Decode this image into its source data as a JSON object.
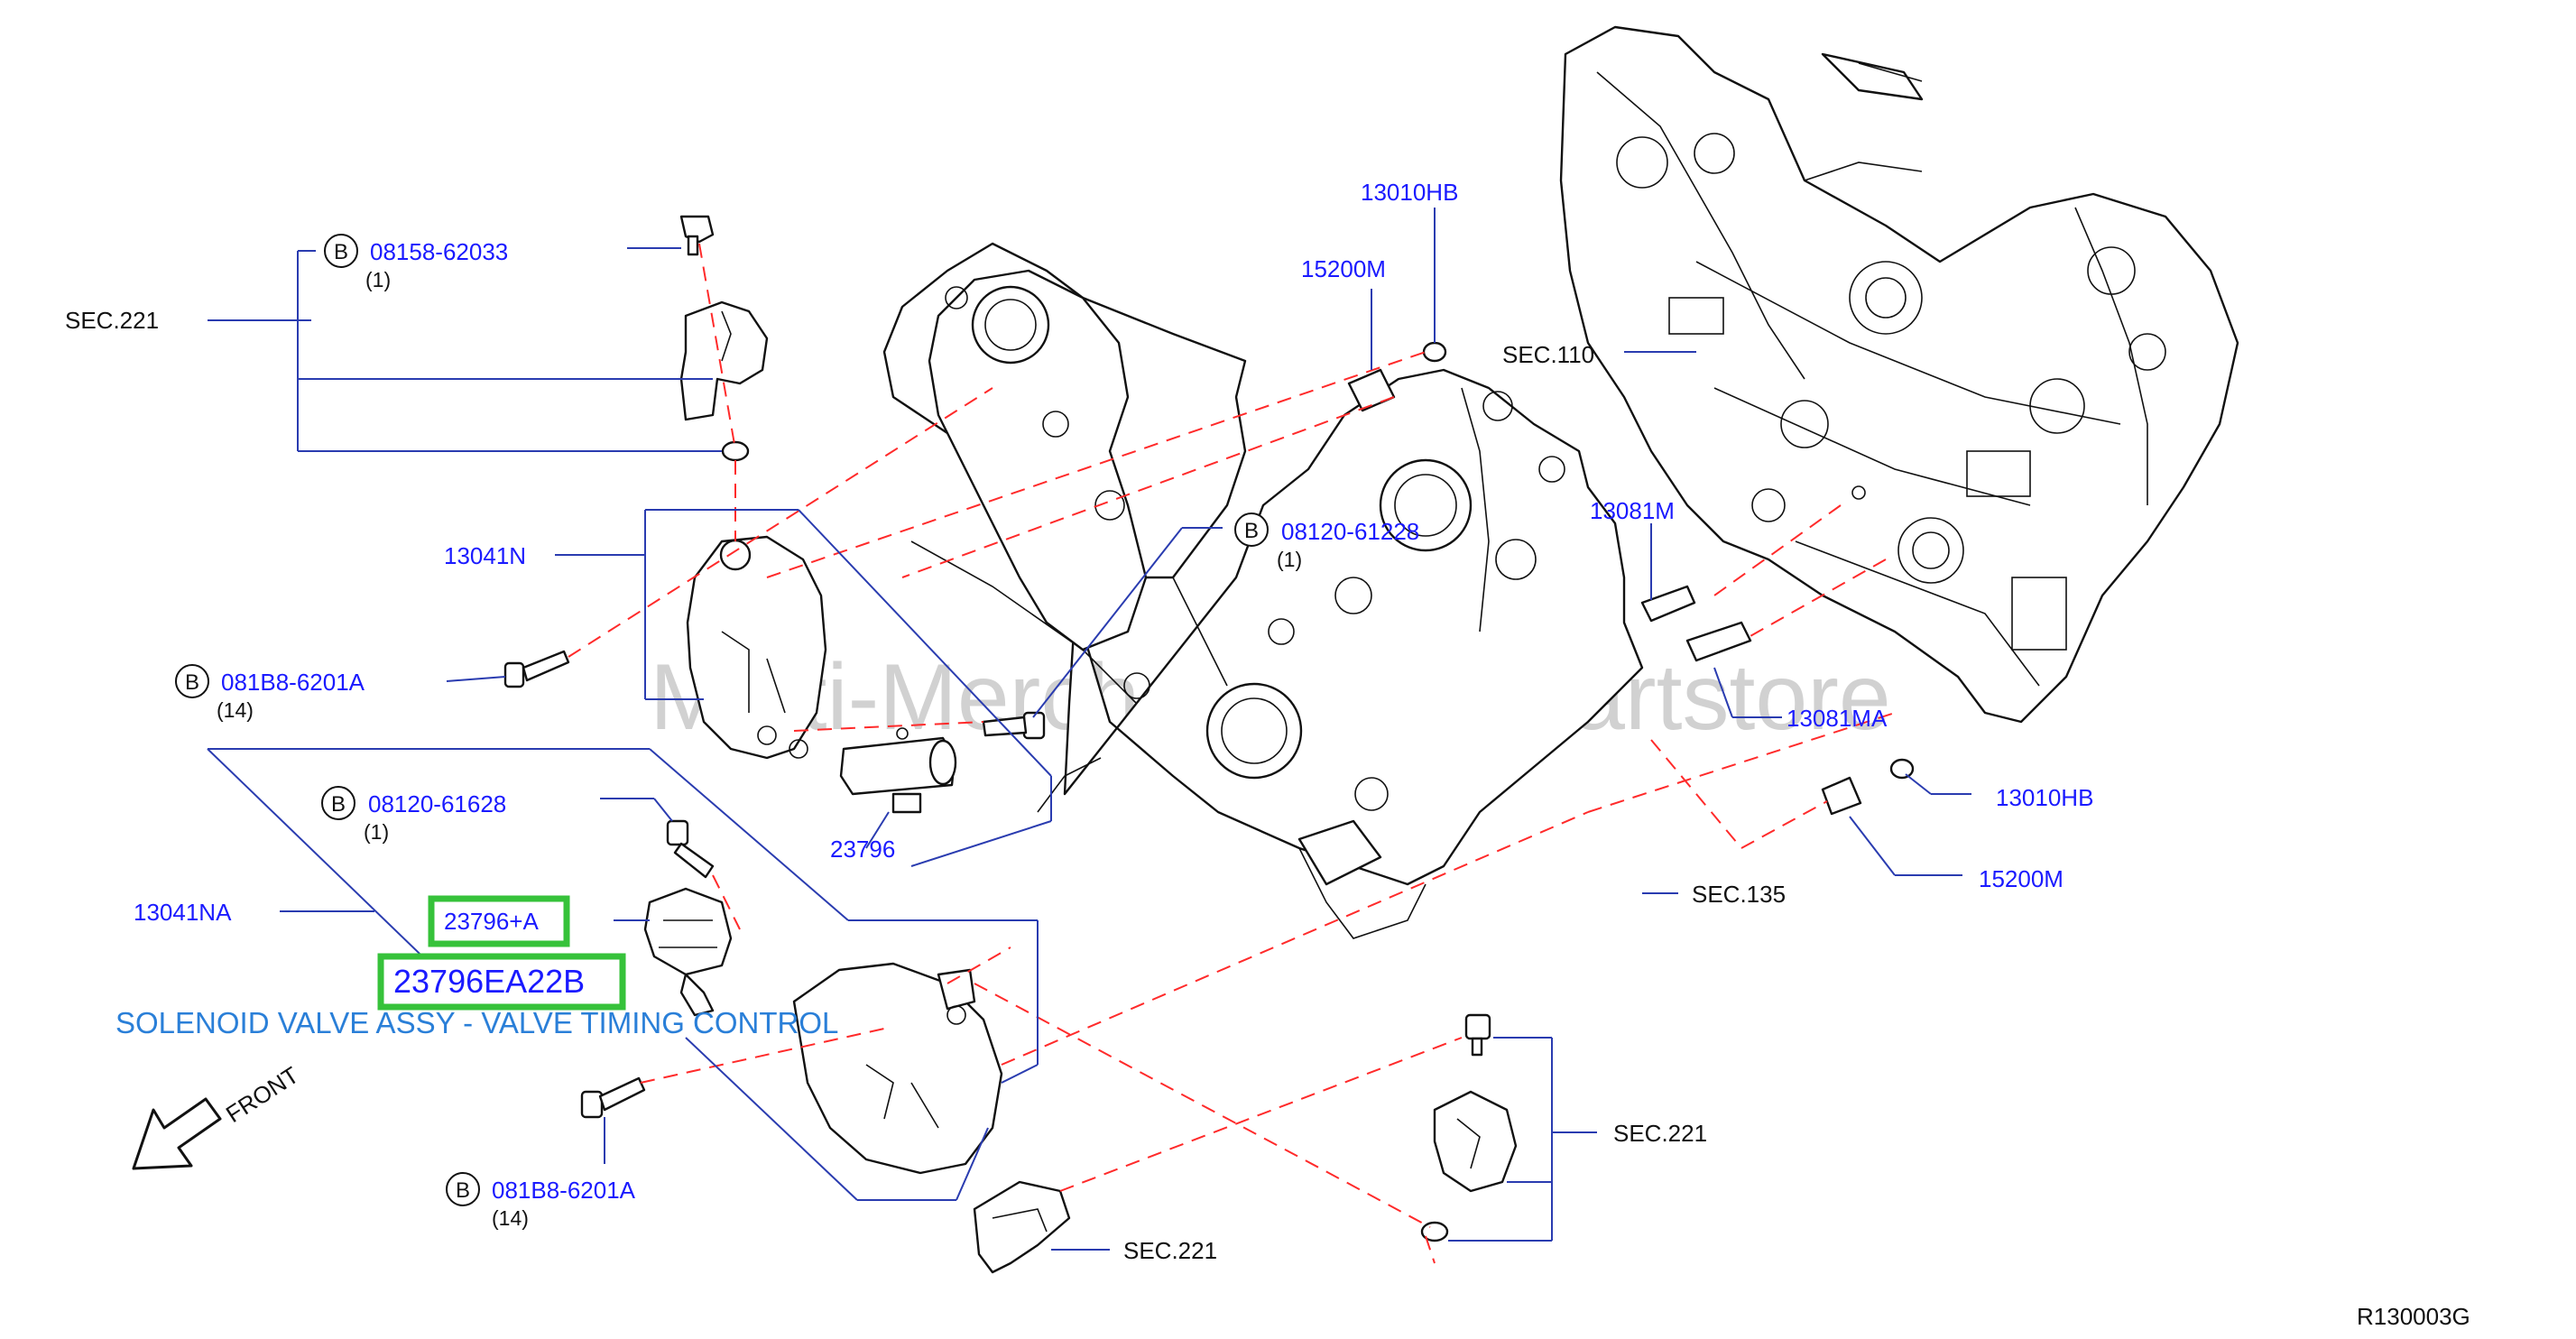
{
  "diagram_code": "R130003G",
  "watermark": "Multi-Merchant Auto Partstore",
  "front_label": "FRONT",
  "bolt_marker": "B",
  "callouts": {
    "sec221_top": "SEC.221",
    "bolt_08158": "08158-62033",
    "bolt_08158_qty": "(1)",
    "n13041n": "13041N",
    "bolt_081b8_top": "081B8-6201A",
    "bolt_081b8_top_qty": "(14)",
    "bolt_08120_61628": "08120-61628",
    "bolt_08120_61628_qty": "(1)",
    "n13041na": "13041NA",
    "n23796_plus_a": "23796+A",
    "n23796": "23796",
    "bolt_08120_61228": "08120-61228",
    "bolt_08120_61228_qty": "(1)",
    "n13010hb_top": "13010HB",
    "n15200m_top": "15200M",
    "sec110": "SEC.110",
    "n13081m": "13081M",
    "n13081ma": "13081MA",
    "n13010hb_right": "13010HB",
    "n15200m_right": "15200M",
    "sec135": "SEC.135",
    "sec221_right": "SEC.221",
    "sec221_bottom": "SEC.221",
    "bolt_081b8_bottom": "081B8-6201A",
    "bolt_081b8_bottom_qty": "(14)"
  },
  "highlight": {
    "part_number": "23796EA22B",
    "description": "SOLENOID VALVE ASSY - VALVE TIMING CONTROL",
    "color": "#36c23a"
  },
  "colors": {
    "callout_text": "#1a1aff",
    "leader_line": "#2a3cb0",
    "dashed_line": "#ff2a2a",
    "description_text": "#2a7fd8"
  }
}
